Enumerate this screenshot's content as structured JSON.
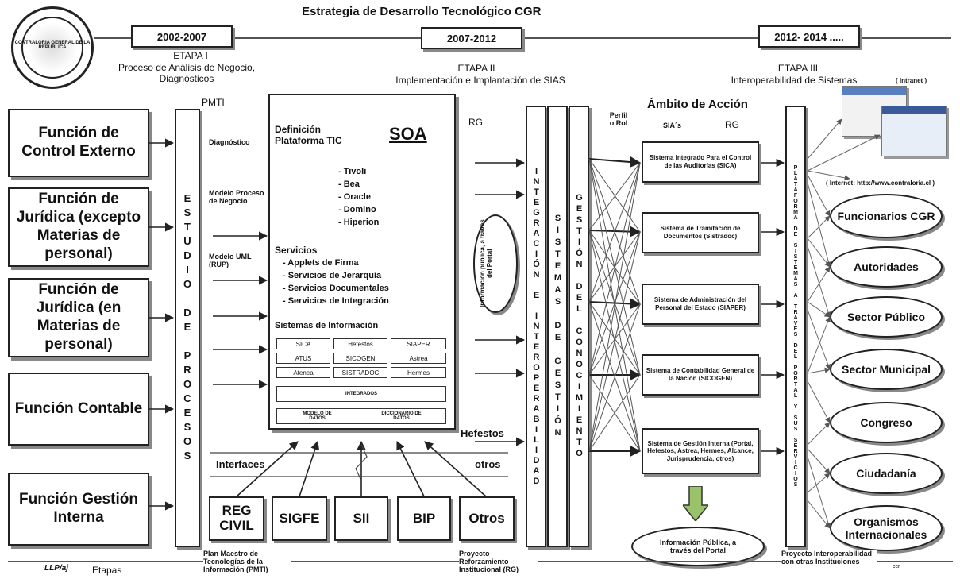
{
  "title": "Estrategia de Desarrollo Tecnológico CGR",
  "logo_text": "CONTRALORIA GENERAL DE LA REPUBLICA",
  "timeline": {
    "periods": [
      "2002-2007",
      "2007-2012",
      "2012- 2014 ....."
    ],
    "etapa1": {
      "name": "ETAPA I",
      "desc": "Proceso de Análisis de Negocio, Diagnósticos"
    },
    "etapa2": {
      "name": "ETAPA II",
      "desc": "Implementación e Implantación de SIAS"
    },
    "etapa3": {
      "name": "ETAPA III",
      "desc": "Interoperabilidad de Sistemas"
    }
  },
  "functions": [
    "Función de Control Externo",
    "Función de Jurídica (excepto Materias de personal)",
    "Función de Jurídica (en Materias de personal)",
    "Función Contable",
    "Función Gestión Interna"
  ],
  "pmti": "PMTI",
  "estudio": "ESTUDIO DE PROCESOS",
  "side_labels": {
    "diag": "Diagnóstico",
    "modelo": "Modelo Proceso de Negocio",
    "uml": "Modelo UML (RUP)"
  },
  "soa": {
    "heading": "Definición Plataforma TIC",
    "title": "SOA",
    "platforms": [
      "- Tivoli",
      "- Bea",
      "- Oracle",
      "- Domino",
      "- Hiperion"
    ],
    "services_heading": "Servicios",
    "services": [
      "- Applets de Firma",
      "- Servicios de Jerarquía",
      "- Servicios Documentales",
      "- Servicios de Integración"
    ],
    "sis_heading": "Sistemas de Información",
    "sis": [
      "SICA",
      "Hefestos",
      "SIAPER",
      "ATUS",
      "SICOGEN",
      "Astrea",
      "Atenea",
      "SISTRADOC",
      "Hermes"
    ],
    "integrados": "INTEGRADOS",
    "modelo_datos": "MODELO DE DATOS",
    "diccionario": "DICCIONARIO DE DATOS"
  },
  "interfaces": "Interfaces",
  "hefestos": "Hefestos",
  "otros_lbl": "otros",
  "bottom_systems": [
    "REG CIVIL",
    "SIGFE",
    "SII",
    "BIP",
    "Otros"
  ],
  "rg1": "RG",
  "portal_ellipse": "Información pública, a través del Portal",
  "col_interop": "INTEGRACIÓN E INTEROPERABILIDAD",
  "col_sistemas": "SISTEMAS DE GESTIÓN",
  "col_gestion": "GESTIÓN DEL CONOCIMIENTO",
  "perfil": "Perfil o Rol",
  "ambito": "Ámbito de Acción",
  "sias": "SIA´s",
  "rg2": "RG",
  "sia_systems": [
    "Sistema Integrado Para el Control de las Auditorías (SICA)",
    "Sistema de Tramitación de Documentos (Sistradoc)",
    "Sistema de Administración del Personal del Estado (SIAPER)",
    "Sistema de Contabilidad General de la Nación (SICOGEN)",
    "Sistema de Gestión Interna (Portal, Hefestos, Astrea, Hermes, Alcance, Jurisprudencia, otros)"
  ],
  "info_publica": "Información Pública, a través del Portal",
  "plataforma": "PLATAFORMA DE SISTEMAS A TRAVÉS DEL PORTAL Y SUS SERVICIOS",
  "intranet": "( Intranet )",
  "internet": "( Internet: http://www.contraloria.cl )",
  "audiences": [
    "Funcionarios CGR",
    "Autoridades",
    "Sector Público",
    "Sector Municipal",
    "Congreso",
    "Ciudadanía",
    "Organismos Internacionales"
  ],
  "footer": {
    "llp": "LLP/aj",
    "etapas": "Etapas",
    "plan": "Plan Maestro de Tecnologías de la Información (PMTI)",
    "proyecto_rg": "Proyecto Reforzamiento Institucional (RG)",
    "proyecto_inter": "Proyecto Interoperabilidad con otras Instituciones",
    "ccr": "ccr"
  }
}
